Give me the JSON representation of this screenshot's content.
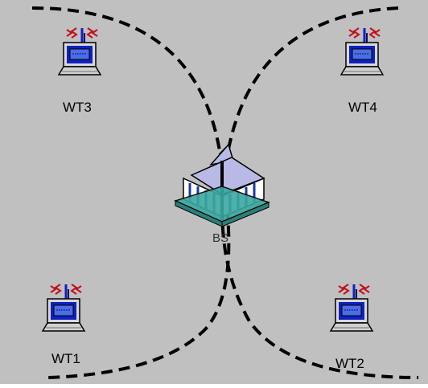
{
  "canvas": {
    "background": "#c0c0c0"
  },
  "coverage_arcs": {
    "style": "dashed",
    "color": "#000000",
    "count": 2
  },
  "nodes": [
    {
      "id": "wt3",
      "label": "WT3",
      "icon": "laptop-with-antenna-icon"
    },
    {
      "id": "wt4",
      "label": "WT4",
      "icon": "laptop-with-antenna-icon"
    },
    {
      "id": "wt1",
      "label": "WT1",
      "icon": "laptop-with-antenna-icon"
    },
    {
      "id": "wt2",
      "label": "WT2",
      "icon": "laptop-with-antenna-icon"
    },
    {
      "id": "bs",
      "label": "BS",
      "icon": "base-station-building-icon"
    }
  ],
  "colors": {
    "antenna": "#c0101a",
    "screen_bezel": "#1020c0",
    "screen": "#4a6ee8",
    "building_roof": "#b9b9e6",
    "building_base": "#3aa8a0",
    "pillars": "#1a3aa0"
  }
}
